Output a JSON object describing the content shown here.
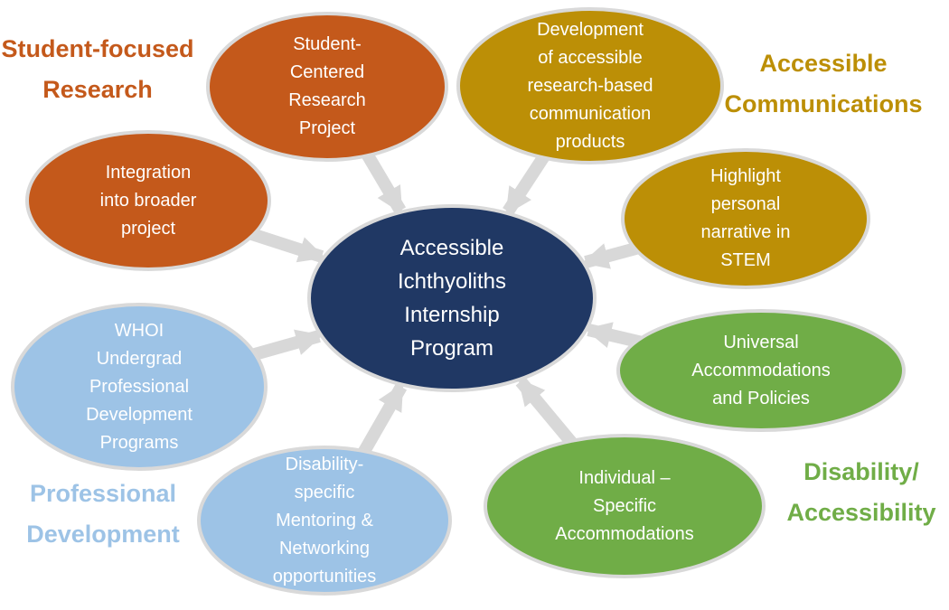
{
  "diagram": {
    "center": {
      "label": "Accessible\nIchthyoliths\nInternship\nProgram"
    },
    "nodes": [
      {
        "id": "student-centered-research-project",
        "label": "Student-\nCentered\nResearch\nProject",
        "group": "student-focused-research"
      },
      {
        "id": "integration-into-broader-project",
        "label": "Integration\ninto broader\nproject",
        "group": "student-focused-research"
      },
      {
        "id": "development-of-communication-products",
        "label": "Development\nof accessible\nresearch-based\ncommunication\nproducts",
        "group": "accessible-communications"
      },
      {
        "id": "highlight-personal-narrative",
        "label": "Highlight\npersonal\nnarrative in\nSTEM",
        "group": "accessible-communications"
      },
      {
        "id": "universal-accommodations-and-policies",
        "label": "Universal\nAccommodations\nand Policies",
        "group": "disability-accessibility"
      },
      {
        "id": "individual-specific-accommodations",
        "label": "Individual –\nSpecific\nAccommodations",
        "group": "disability-accessibility"
      },
      {
        "id": "disability-specific-mentoring-networking",
        "label": "Disability-\nspecific\nMentoring &\nNetworking\nopportunities",
        "group": "professional-development"
      },
      {
        "id": "whoi-undergrad-professional-development",
        "label": "WHOI\nUndergrad\nProfessional\nDevelopment\nPrograms",
        "group": "professional-development"
      }
    ],
    "categories": [
      {
        "id": "student-focused-research",
        "label": "Student-focused\nResearch",
        "color": "#C4591B"
      },
      {
        "id": "accessible-communications",
        "label": "Accessible\nCommunications",
        "color": "#BC8F06"
      },
      {
        "id": "disability-accessibility",
        "label": "Disability/\nAccessibility",
        "color": "#70AD47"
      },
      {
        "id": "professional-development",
        "label": "Professional\nDevelopment",
        "color": "#9DC3E6"
      }
    ],
    "colors": {
      "orange": "#C4591B",
      "gold": "#BC8F06",
      "green": "#70AD47",
      "light-blue": "#9DC3E6",
      "navy": "#203864",
      "arrow-gray": "#D8D8D8",
      "ellipse-border": "#D9D9D9",
      "background": "#FFFFFF"
    }
  }
}
